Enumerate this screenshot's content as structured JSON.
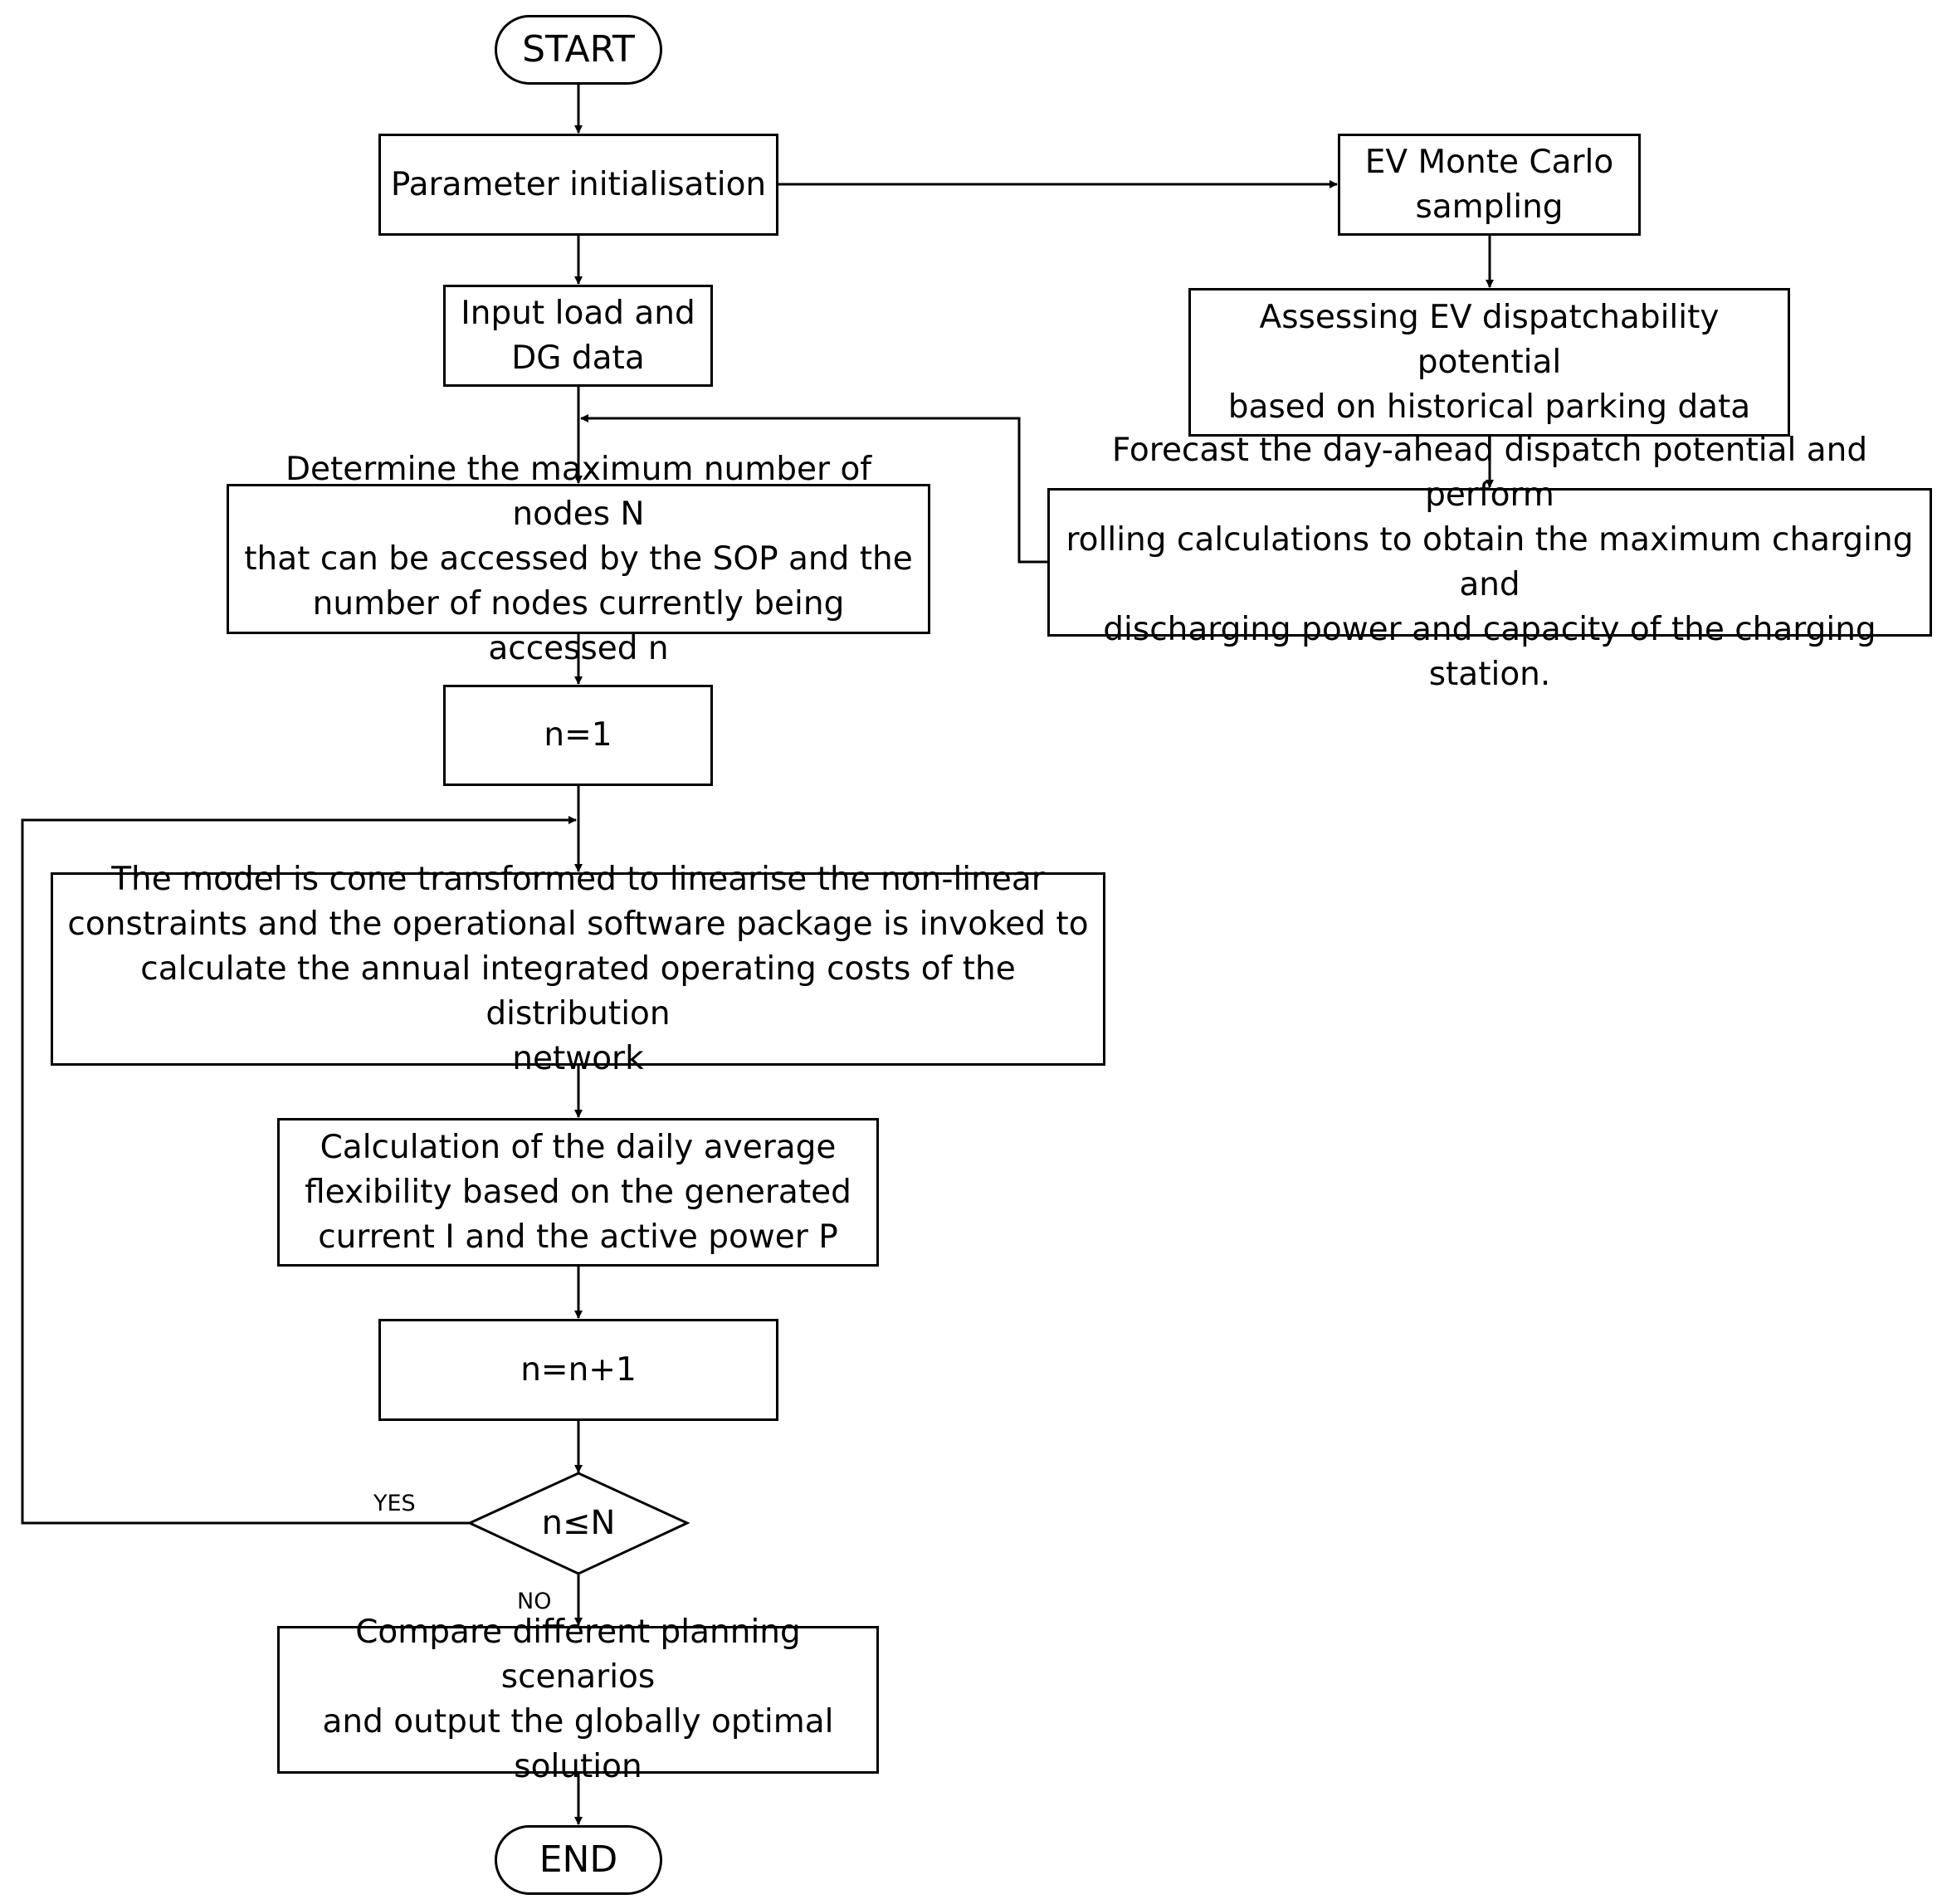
{
  "nodes": {
    "start": "START",
    "param_init": "Parameter initialisation",
    "input_load": "Input load and\nDG data",
    "determine_nodes": "Determine the maximum number of nodes N\nthat can be accessed by the SOP and the\nnumber of nodes currently being accessed n",
    "n_eq_1": "n=1",
    "cone_model": "The model is cone transformed to linearise the non-linear\nconstraints and the operational software package is invoked to\ncalculate the annual integrated operating costs of the distribution\nnetwork",
    "flexibility": "Calculation of the daily average\nflexibility based on the generated\ncurrent I and the active power P",
    "n_increment": "n=n+1",
    "condition": "n≤N",
    "compare": "Compare different planning scenarios\nand output the globally optimal\nsolution",
    "end": "END",
    "ev_sampling": "EV Monte Carlo\nsampling",
    "ev_assess": "Assessing EV dispatchability potential\nbased on historical parking data",
    "forecast": "Forecast the day-ahead dispatch potential and perform\nrolling calculations to obtain the maximum charging and\ndischarging power and capacity of the charging station."
  },
  "edge_labels": {
    "yes": "YES",
    "no": "NO"
  }
}
